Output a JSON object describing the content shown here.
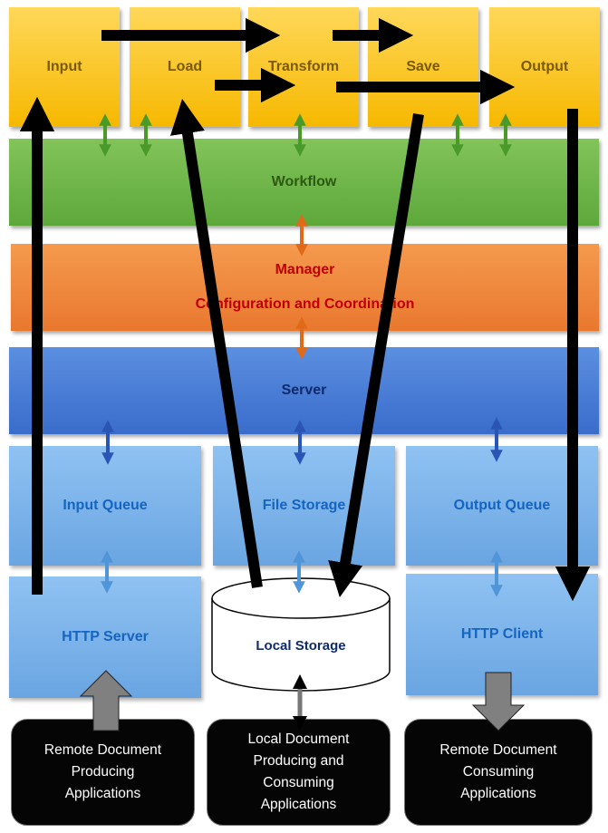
{
  "stages": [
    {
      "id": "input",
      "label": "Input"
    },
    {
      "id": "load",
      "label": "Load"
    },
    {
      "id": "transform",
      "label": "Transform"
    },
    {
      "id": "save",
      "label": "Save"
    },
    {
      "id": "output",
      "label": "Output"
    }
  ],
  "layers": {
    "workflow": "Workflow",
    "manager_title": "Manager",
    "manager_subtitle": "Configuration and Coordination",
    "server": "Server"
  },
  "services": {
    "input_queue": "Input Queue",
    "file_storage": "File Storage",
    "output_queue": "Output Queue",
    "http_server": "HTTP Server",
    "local_storage": "Local Storage",
    "http_client": "HTTP Client"
  },
  "applications": {
    "remote_producing": [
      "Remote Document",
      "Producing",
      "Applications"
    ],
    "local": [
      "Local Document",
      "Producing and",
      "Consuming",
      "Applications"
    ],
    "remote_consuming": [
      "Remote Document",
      "Consuming",
      "Applications"
    ]
  },
  "colors": {
    "stage": "#f6b800",
    "workflow": "#5ea83a",
    "manager": "#e9782e",
    "server": "#3a6ccb",
    "service": "#6aa5e2",
    "application": "#050505",
    "flow_arrow": "#000000"
  }
}
